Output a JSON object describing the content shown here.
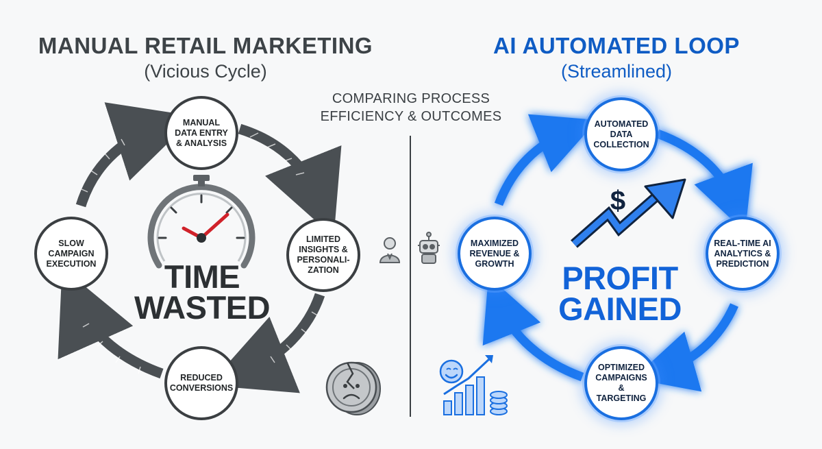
{
  "header": {
    "comparison_caption_line1": "COMPARING PROCESS",
    "comparison_caption_line2": "EFFICIENCY & OUTCOMES"
  },
  "manual_loop": {
    "title": "MANUAL RETAIL MARKETING",
    "subtitle": "(Vicious Cycle)",
    "center_line1": "TIME",
    "center_line2": "WASTED",
    "nodes": {
      "top": "MANUAL DATA ENTRY & ANALYSIS",
      "right": "LIMITED INSIGHTS & PERSONALI-ZATION",
      "bottom": "REDUCED CONVERSIONS",
      "left": "SLOW CAMPAIGN EXECUTION"
    },
    "icons": [
      "stopwatch-icon",
      "person-icon",
      "broken-coin-sad-icon"
    ],
    "colors": {
      "stroke": "#3b3f42",
      "arrow": "#4a4f53",
      "clock_hand": "#d0222a"
    }
  },
  "ai_loop": {
    "title": "AI AUTOMATED LOOP",
    "subtitle": "(Streamlined)",
    "center_line1": "PROFIT",
    "center_line2": "GAINED",
    "nodes": {
      "top": "AUTOMATED DATA COLLECTION",
      "right": "REAL-TIME AI ANALYTICS & PREDICTION",
      "bottom": "OPTIMIZED CAMPAIGNS & TARGETING",
      "left": "MAXIMIZED REVENUE & GROWTH"
    },
    "icons": [
      "robot-icon",
      "dollar-trend-up-icon",
      "happy-growth-chart-icon"
    ],
    "colors": {
      "stroke": "#1a6fe0",
      "glow": "#6aaaff",
      "arrow": "#1f78f0"
    }
  }
}
